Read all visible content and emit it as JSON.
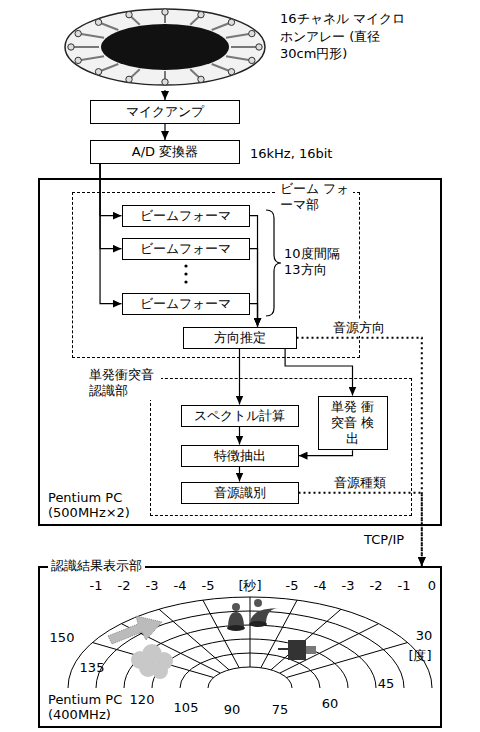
{
  "diagram": {
    "nodes": [
      {
        "text": [
          "16チャネル マイクロホンアレー (直径30cm円形)"
        ]
      },
      {
        "text": [
          "マイクアンプ"
        ]
      },
      {
        "text": [
          "A/D 変換器"
        ]
      },
      {
        "text": [
          "Pentium PC (500MHz×2)"
        ]
      },
      {
        "text": [
          "ビーム フォーマ部"
        ],
        "in": 3
      },
      {
        "text": [
          "ビームフォーマ"
        ],
        "in": 4
      },
      {
        "text": [
          "ビームフォーマ"
        ],
        "in": 4
      },
      {
        "text": [
          "ビームフォーマ"
        ],
        "in": 4
      },
      {
        "text": [
          "方向推定"
        ],
        "in": 4
      },
      {
        "text": [
          "単発衝突音 認識部"
        ],
        "in": 3
      },
      {
        "text": [
          "スペクトル計算"
        ],
        "in": 9
      },
      {
        "text": [
          "単発 衝突音 検出"
        ],
        "in": 9
      },
      {
        "text": [
          "特徴抽出"
        ],
        "in": 9
      },
      {
        "text": [
          "音源識別"
        ],
        "in": 9
      },
      {
        "text": [
          "認識結果表示部",
          "Pentium PC (400MHz)"
        ]
      }
    ],
    "edges": [
      {
        "from": 0,
        "to": 1,
        "arrow": "to"
      },
      {
        "from": 1,
        "to": 2,
        "arrow": "to"
      },
      {
        "from": 2,
        "to": 5,
        "arrow": "to"
      },
      {
        "from": 2,
        "to": 6,
        "arrow": "to"
      },
      {
        "from": 2,
        "to": 7,
        "arrow": "to"
      },
      {
        "from": 5,
        "to": 8,
        "arrow": "to"
      },
      {
        "from": 6,
        "to": 8,
        "arrow": "to"
      },
      {
        "from": 7,
        "to": 8,
        "arrow": "to"
      },
      {
        "from": 8,
        "to": 10,
        "arrow": "to"
      },
      {
        "from": 8,
        "to": 11,
        "arrow": "to"
      },
      {
        "from": 10,
        "to": 12,
        "arrow": "to"
      },
      {
        "from": 11,
        "to": 12,
        "arrow": "to"
      },
      {
        "from": 12,
        "to": 13,
        "arrow": "to"
      },
      {
        "from": 8,
        "to": 14,
        "label": "音源方向",
        "arrow": "to"
      },
      {
        "from": 13,
        "to": 14,
        "label": "音源種類",
        "arrow": "to"
      }
    ],
    "labels": [
      "16kHz, 16bit",
      "10度間隔 13方向",
      "TCP/IP",
      "-1",
      "-2",
      "-3",
      "-4",
      "-5",
      "[秒]",
      "-5",
      "-4",
      "-3",
      "-2",
      "-1",
      "0",
      "150",
      "135",
      "120",
      "105",
      "90",
      "75",
      "60",
      "45",
      "30",
      "[度]"
    ]
  }
}
